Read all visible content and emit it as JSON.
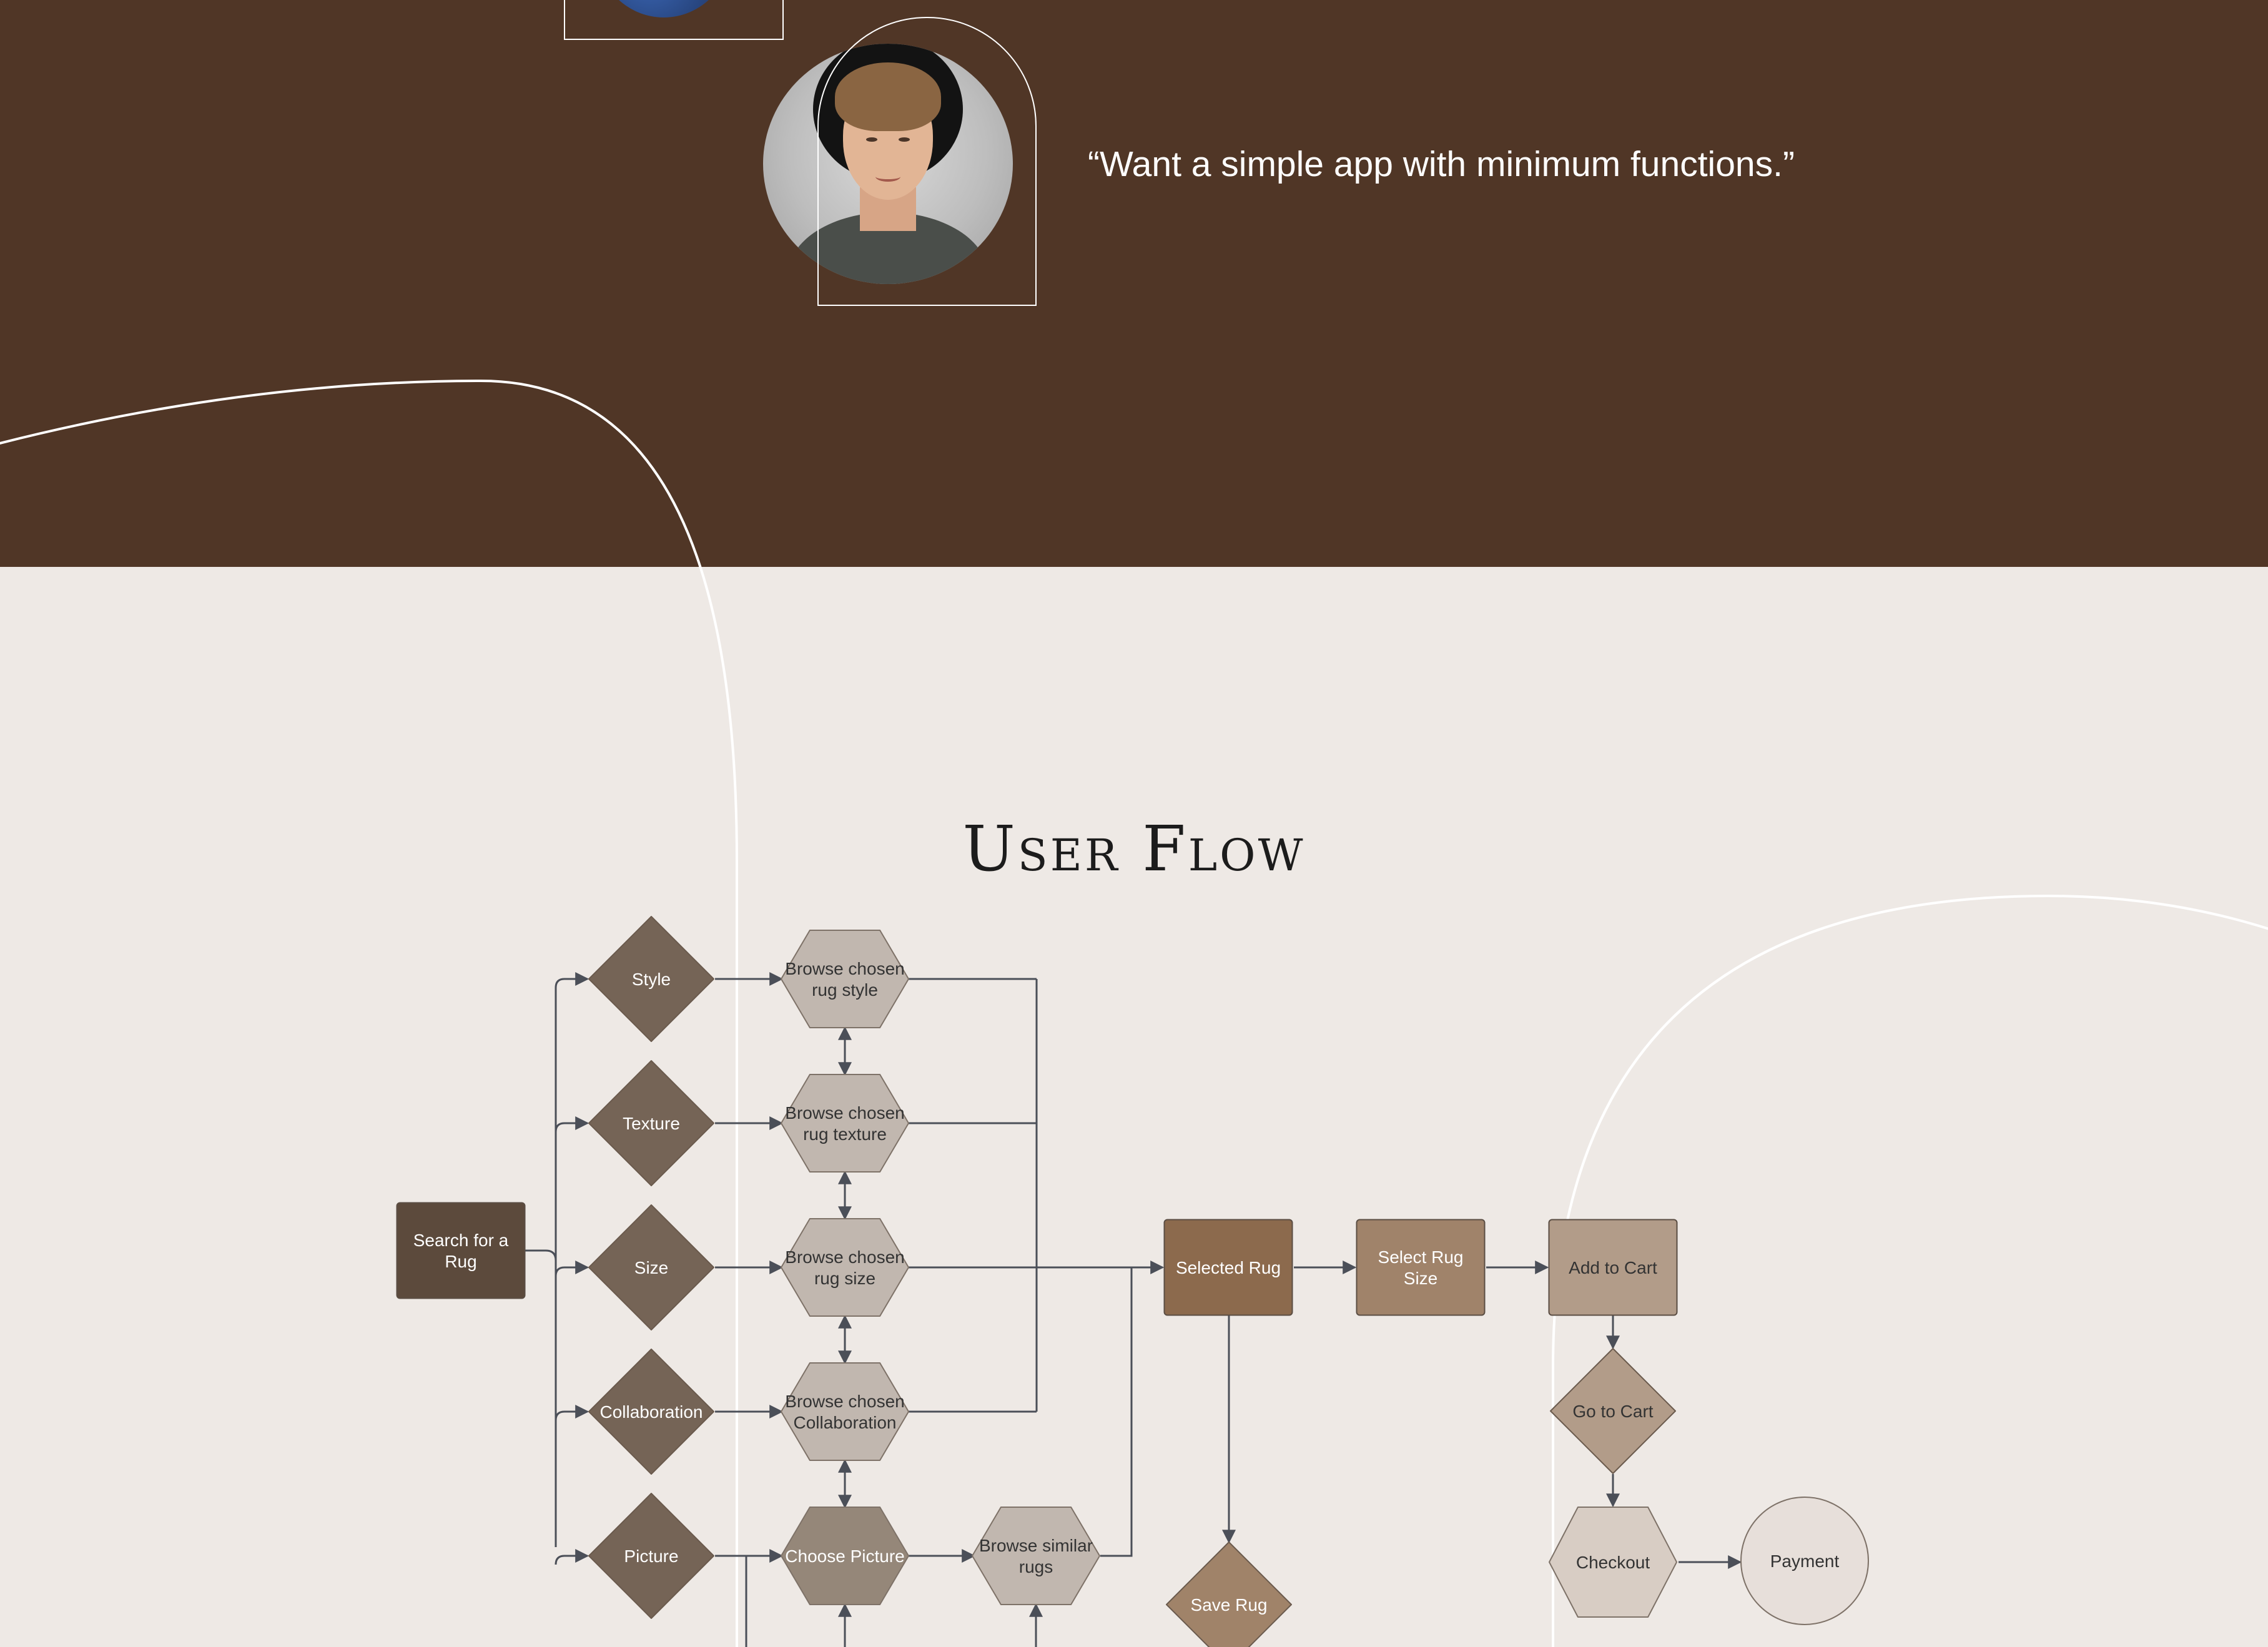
{
  "persona": {
    "quote": "“Want a simple app with minimum functions.”"
  },
  "section": {
    "title": "User Flow"
  },
  "colors": {
    "top_background": "#503626",
    "bottom_background": "#EEE9E5",
    "decision_fill": "#756456",
    "start_fill": "#5C4A3C",
    "browse_fill": "#C1B7AF",
    "picture_fill": "#958779",
    "selected_rug_fill": "#8C6A4D",
    "select_size_fill": "#A0836A",
    "add_to_cart_fill": "#B29C89",
    "save_rug_fill": "#A08369",
    "checkout_fill": "#D8CDC4",
    "payment_fill": "#E7DFDA",
    "connector": "#4B4F58"
  },
  "flow": {
    "start": "Search for a Rug",
    "filters": [
      "Style",
      "Texture",
      "Size",
      "Collaboration",
      "Picture"
    ],
    "browse": [
      "Browse chosen rug style",
      "Browse chosen rug texture",
      "Browse chosen rug size",
      "Browse chosen Collaboration",
      "Choose Picture"
    ],
    "similar": "Browse similar rugs",
    "selected": "Selected Rug",
    "select_size": "Select Rug Size",
    "add_to_cart": "Add to Cart",
    "save_rug": "Save Rug",
    "go_to_cart": "Go to Cart",
    "checkout": "Checkout",
    "payment": "Payment"
  }
}
